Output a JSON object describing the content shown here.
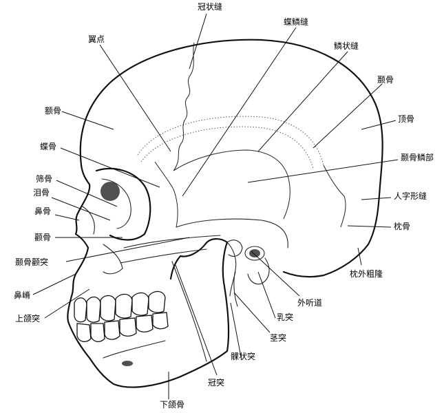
{
  "labels": {
    "coronal_suture": "冠状缝",
    "sphenosquamous_suture": "蝶鳞缝",
    "pterion": "翼点",
    "squamous_suture": "鳞状缝",
    "temporal_bone": "颞骨",
    "frontal_bone": "额骨",
    "parietal_bone": "顶骨",
    "sphenoid_bone": "蝶骨",
    "temporal_squama": "颞骨鳞部",
    "ethmoid_bone": "筛骨",
    "lacrimal_bone": "泪骨",
    "lambdoid_suture": "人字形缝",
    "nasal_bone": "鼻骨",
    "occipital_bone": "枕骨",
    "zygomatic_bone": "颧骨",
    "zygomatic_process": "颞骨颧突",
    "external_occipital_protuberance": "枕外粗隆",
    "nasal_crest": "鼻嵴",
    "external_acoustic_meatus": "外听道",
    "maxilla_frontal_process": "上颌突",
    "mastoid_process": "乳突",
    "styloid_process": "茎突",
    "condylar_process": "髁状突",
    "coronoid_process": "冠突",
    "mandible": "下颌骨"
  }
}
